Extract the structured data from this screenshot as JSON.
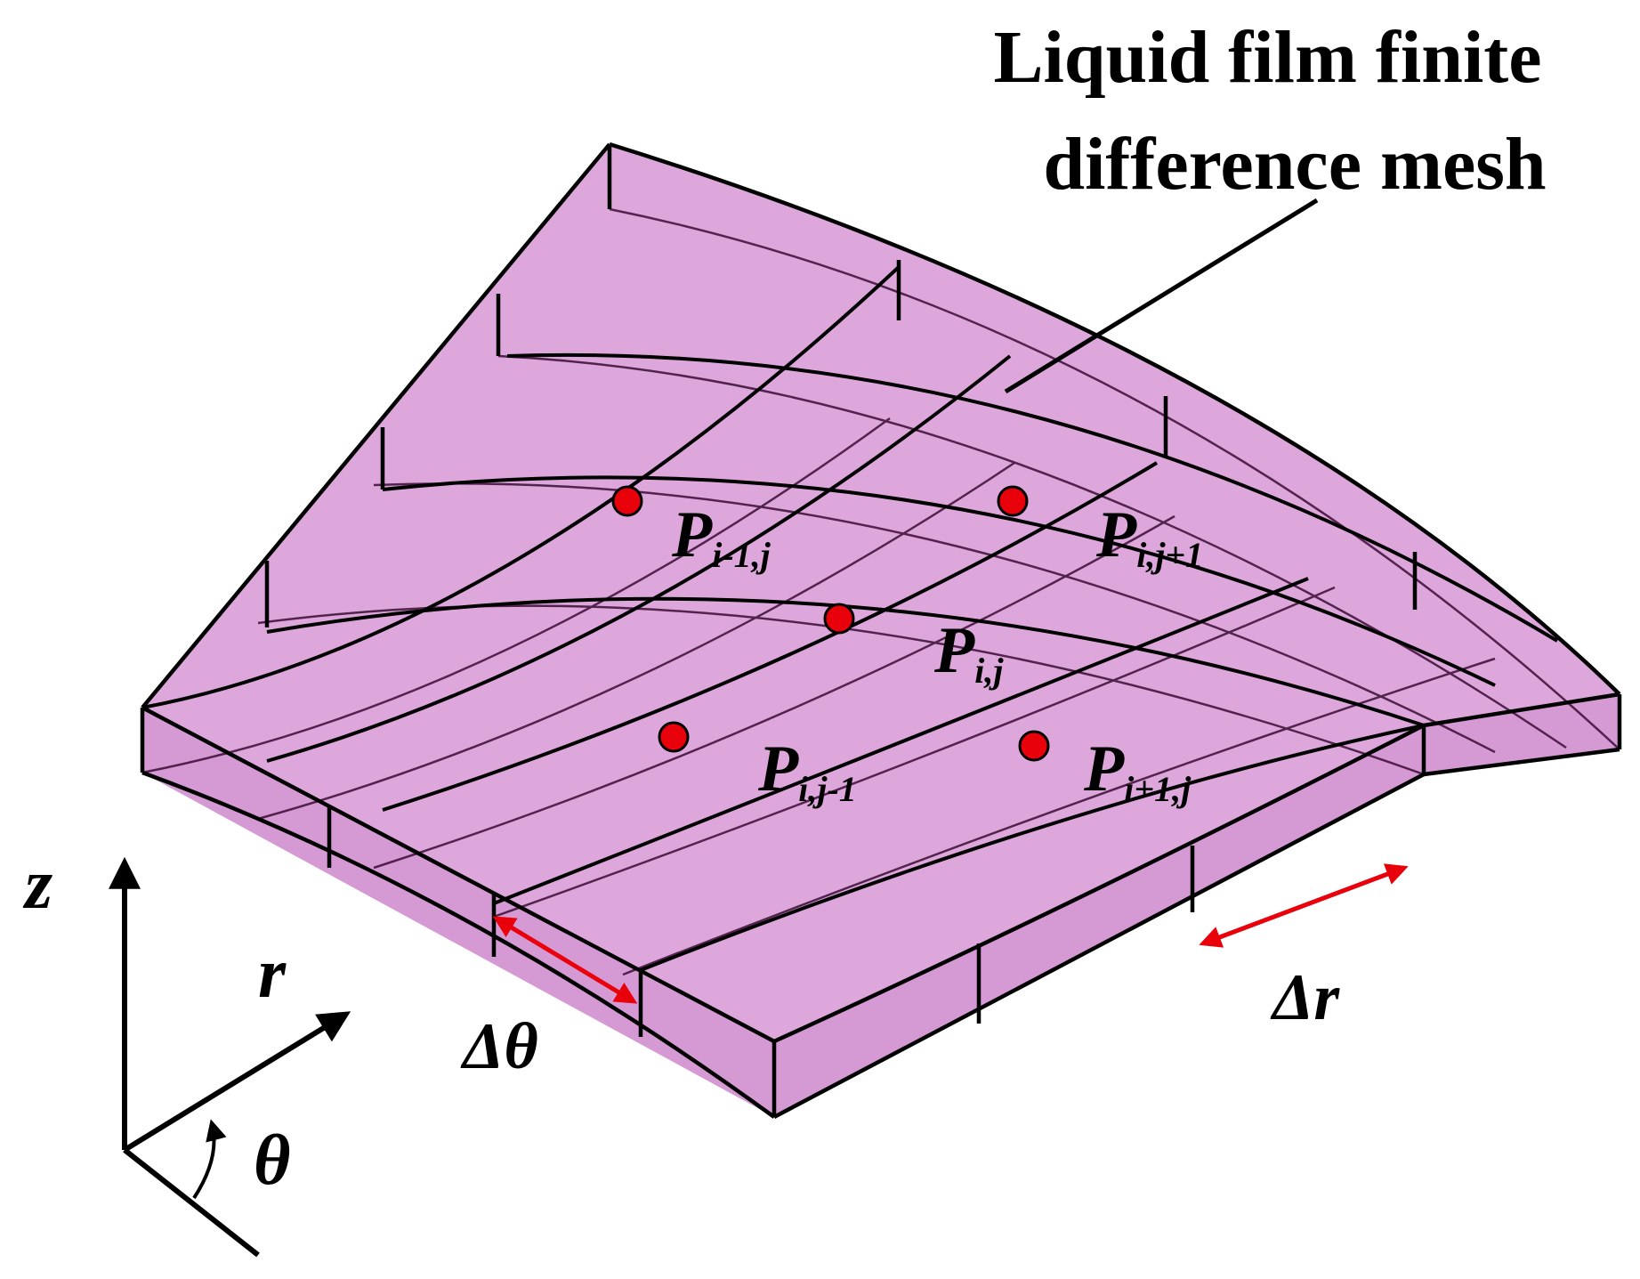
{
  "title_lines": [
    "Liquid film finite",
    "difference mesh"
  ],
  "nodes": [
    {
      "id": "P_im1_j",
      "symbol": "P",
      "subscript": "i-1,j"
    },
    {
      "id": "P_i_jp1",
      "symbol": "P",
      "subscript": "i,j+1"
    },
    {
      "id": "P_i_j",
      "symbol": "P",
      "subscript": "i,j"
    },
    {
      "id": "P_i_jm1",
      "symbol": "P",
      "subscript": "i,j-1"
    },
    {
      "id": "P_ip1_j",
      "symbol": "P",
      "subscript": "i+1,j"
    }
  ],
  "axes": {
    "z": "z",
    "r": "r",
    "theta": "θ"
  },
  "deltas": {
    "theta": "Δθ",
    "r": "Δr"
  },
  "colors": {
    "film_fill": "#dda7dc",
    "film_face": "#d599d4",
    "grid_line": "#3a0d35",
    "outline": "#000000",
    "node_fill": "#e8000b",
    "dimension_arrow": "#e8000b"
  }
}
